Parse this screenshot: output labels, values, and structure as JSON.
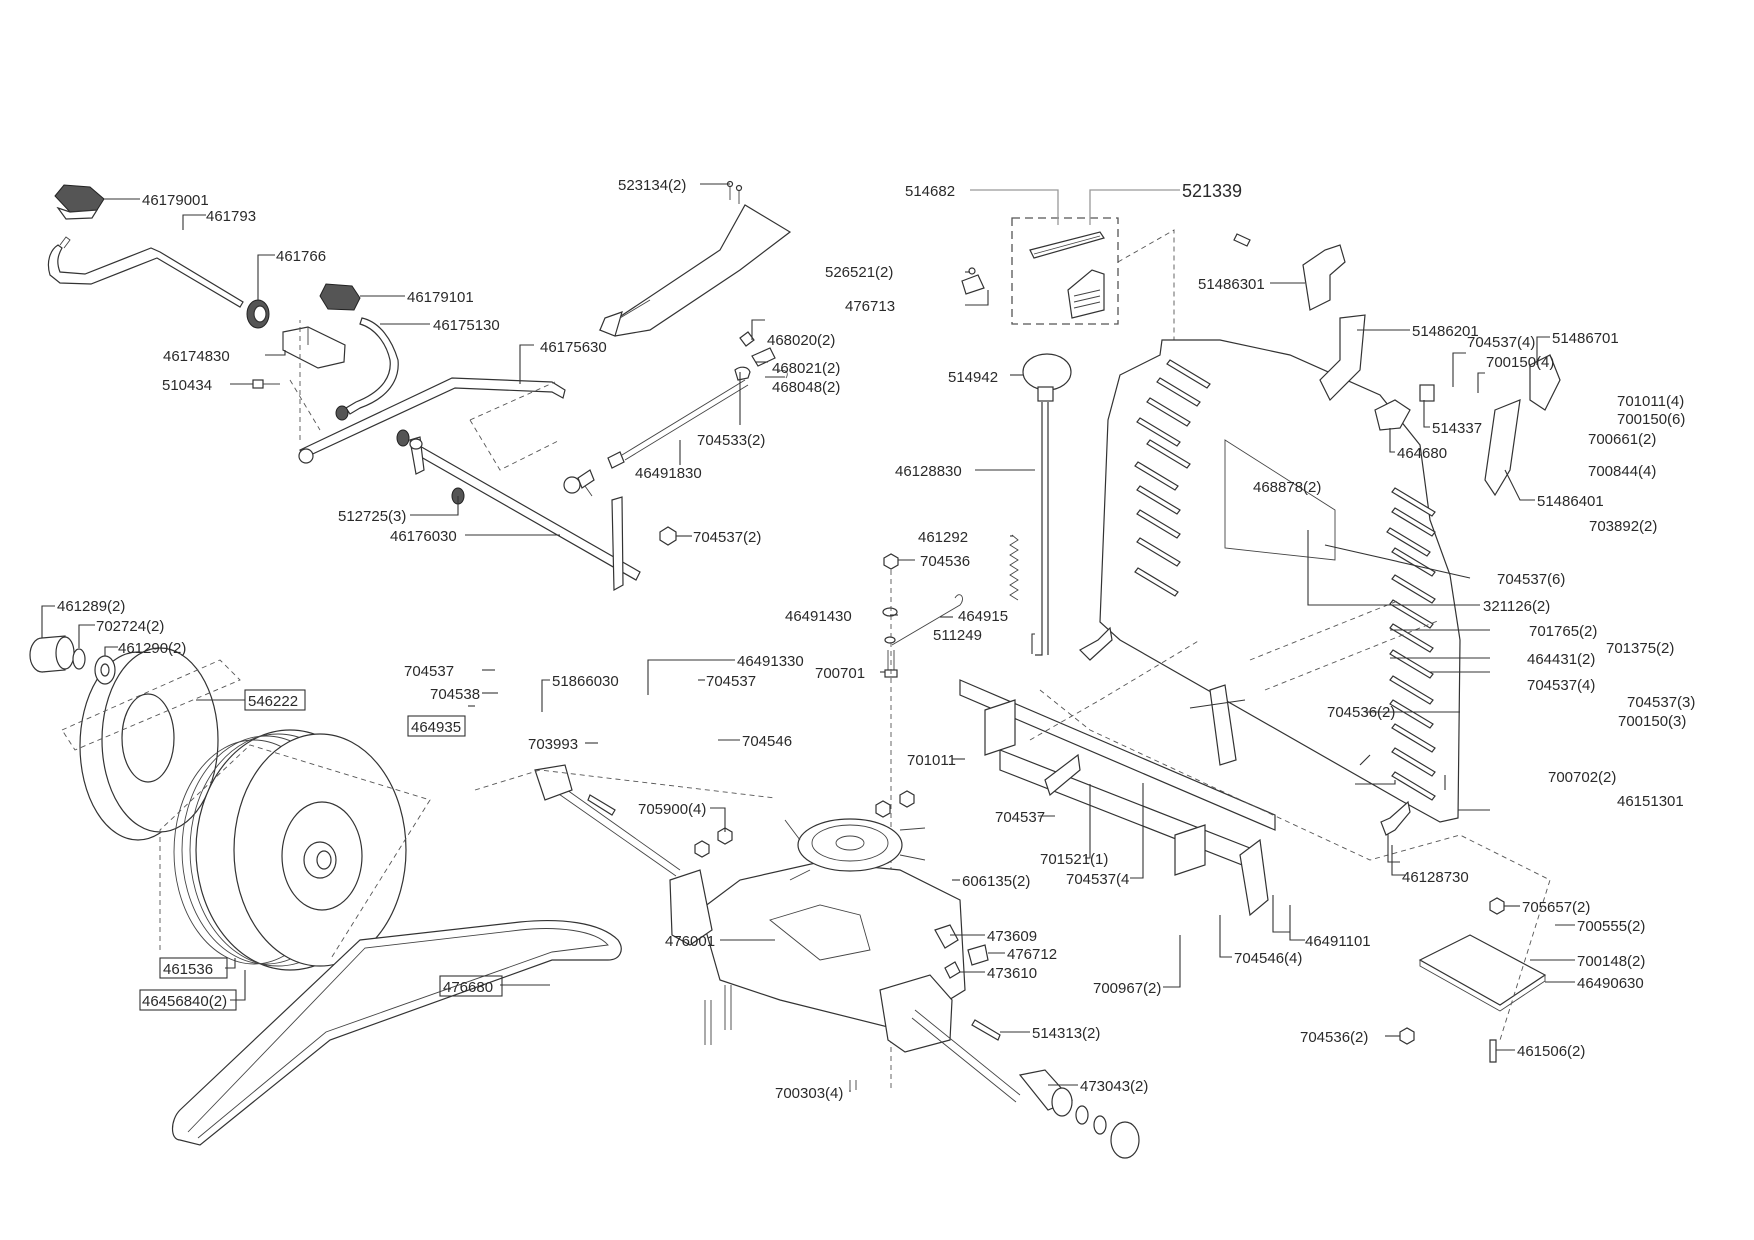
{
  "diagram": {
    "title_callout": "521339",
    "labels": [
      {
        "id": "46179001",
        "text": "46179001"
      },
      {
        "id": "461793",
        "text": "461793"
      },
      {
        "id": "461766",
        "text": "461766"
      },
      {
        "id": "46179101",
        "text": "46179101"
      },
      {
        "id": "46175130",
        "text": "46175130"
      },
      {
        "id": "46174830",
        "text": "46174830"
      },
      {
        "id": "510434",
        "text": "510434"
      },
      {
        "id": "46175630",
        "text": "46175630"
      },
      {
        "id": "512725",
        "text": "512725(3)"
      },
      {
        "id": "46176030",
        "text": "46176030"
      },
      {
        "id": "523134",
        "text": "523134(2)"
      },
      {
        "id": "468020",
        "text": "468020(2)"
      },
      {
        "id": "468021",
        "text": "468021(2)"
      },
      {
        "id": "468048",
        "text": "468048(2)"
      },
      {
        "id": "704533",
        "text": "704533(2)"
      },
      {
        "id": "46491830",
        "text": "46491830"
      },
      {
        "id": "704537-2a",
        "text": "704537(2)"
      },
      {
        "id": "514682",
        "text": "514682"
      },
      {
        "id": "526521",
        "text": "526521(2)"
      },
      {
        "id": "476713",
        "text": "476713"
      },
      {
        "id": "514942",
        "text": "514942"
      },
      {
        "id": "46128830",
        "text": "46128830"
      },
      {
        "id": "461292",
        "text": "461292"
      },
      {
        "id": "704536",
        "text": "704536"
      },
      {
        "id": "46491430",
        "text": "46491430"
      },
      {
        "id": "464915",
        "text": "464915"
      },
      {
        "id": "511249",
        "text": "511249"
      },
      {
        "id": "700701",
        "text": "700701"
      },
      {
        "id": "51486301",
        "text": "51486301"
      },
      {
        "id": "51486201",
        "text": "51486201"
      },
      {
        "id": "704537-4a",
        "text": "704537(4)"
      },
      {
        "id": "700150-4",
        "text": "700150(4)"
      },
      {
        "id": "51486701",
        "text": "51486701"
      },
      {
        "id": "514337",
        "text": "514337"
      },
      {
        "id": "464680",
        "text": "464680"
      },
      {
        "id": "701011-4",
        "text": "701011(4)"
      },
      {
        "id": "700150-6",
        "text": "700150(6)"
      },
      {
        "id": "700661",
        "text": "700661(2)"
      },
      {
        "id": "700844",
        "text": "700844(4)"
      },
      {
        "id": "51486401",
        "text": "51486401"
      },
      {
        "id": "468878",
        "text": "468878(2)"
      },
      {
        "id": "703892",
        "text": "703892(2)"
      },
      {
        "id": "704537-6",
        "text": "704537(6)"
      },
      {
        "id": "321126",
        "text": "321126(2)"
      },
      {
        "id": "701765",
        "text": "701765(2)"
      },
      {
        "id": "701375",
        "text": "701375(2)"
      },
      {
        "id": "464431",
        "text": "464431(2)"
      },
      {
        "id": "704537-4b",
        "text": "704537(4)"
      },
      {
        "id": "704536-2a",
        "text": "704536(2)"
      },
      {
        "id": "704537-3",
        "text": "704537(3)"
      },
      {
        "id": "700150-3",
        "text": "700150(3)"
      },
      {
        "id": "700702",
        "text": "700702(2)"
      },
      {
        "id": "46151301",
        "text": "46151301"
      },
      {
        "id": "461289",
        "text": "461289(2)"
      },
      {
        "id": "702724",
        "text": "702724(2)"
      },
      {
        "id": "461290",
        "text": "461290(2)"
      },
      {
        "id": "546222",
        "text": "546222"
      },
      {
        "id": "704537-b",
        "text": "704537"
      },
      {
        "id": "704538",
        "text": "704538"
      },
      {
        "id": "464935",
        "text": "464935"
      },
      {
        "id": "51866030",
        "text": "51866030"
      },
      {
        "id": "46491330",
        "text": "46491330"
      },
      {
        "id": "704537-c",
        "text": "704537"
      },
      {
        "id": "703993",
        "text": "703993"
      },
      {
        "id": "704546",
        "text": "704546"
      },
      {
        "id": "701011",
        "text": "701011"
      },
      {
        "id": "704537-d",
        "text": "704537"
      },
      {
        "id": "701521",
        "text": "701521(1)"
      },
      {
        "id": "704537-4c",
        "text": "704537(4"
      },
      {
        "id": "46128730",
        "text": "46128730"
      },
      {
        "id": "46491101",
        "text": "46491101"
      },
      {
        "id": "705900",
        "text": "705900(4)"
      },
      {
        "id": "606135",
        "text": "606135(2)"
      },
      {
        "id": "473609",
        "text": "473609"
      },
      {
        "id": "476712",
        "text": "476712"
      },
      {
        "id": "473610",
        "text": "473610"
      },
      {
        "id": "476001",
        "text": "476001"
      },
      {
        "id": "700967",
        "text": "700967(2)"
      },
      {
        "id": "704546-4",
        "text": "704546(4)"
      },
      {
        "id": "705657",
        "text": "705657(2)"
      },
      {
        "id": "700555",
        "text": "700555(2)"
      },
      {
        "id": "700148",
        "text": "700148(2)"
      },
      {
        "id": "46490630",
        "text": "46490630"
      },
      {
        "id": "704536-2b",
        "text": "704536(2)"
      },
      {
        "id": "461506",
        "text": "461506(2)"
      },
      {
        "id": "461536",
        "text": "461536"
      },
      {
        "id": "46456840",
        "text": "46456840(2)"
      },
      {
        "id": "476680",
        "text": "476680"
      },
      {
        "id": "514313",
        "text": "514313(2)"
      },
      {
        "id": "473043",
        "text": "473043(2)"
      },
      {
        "id": "700303",
        "text": "700303(4)"
      }
    ]
  }
}
